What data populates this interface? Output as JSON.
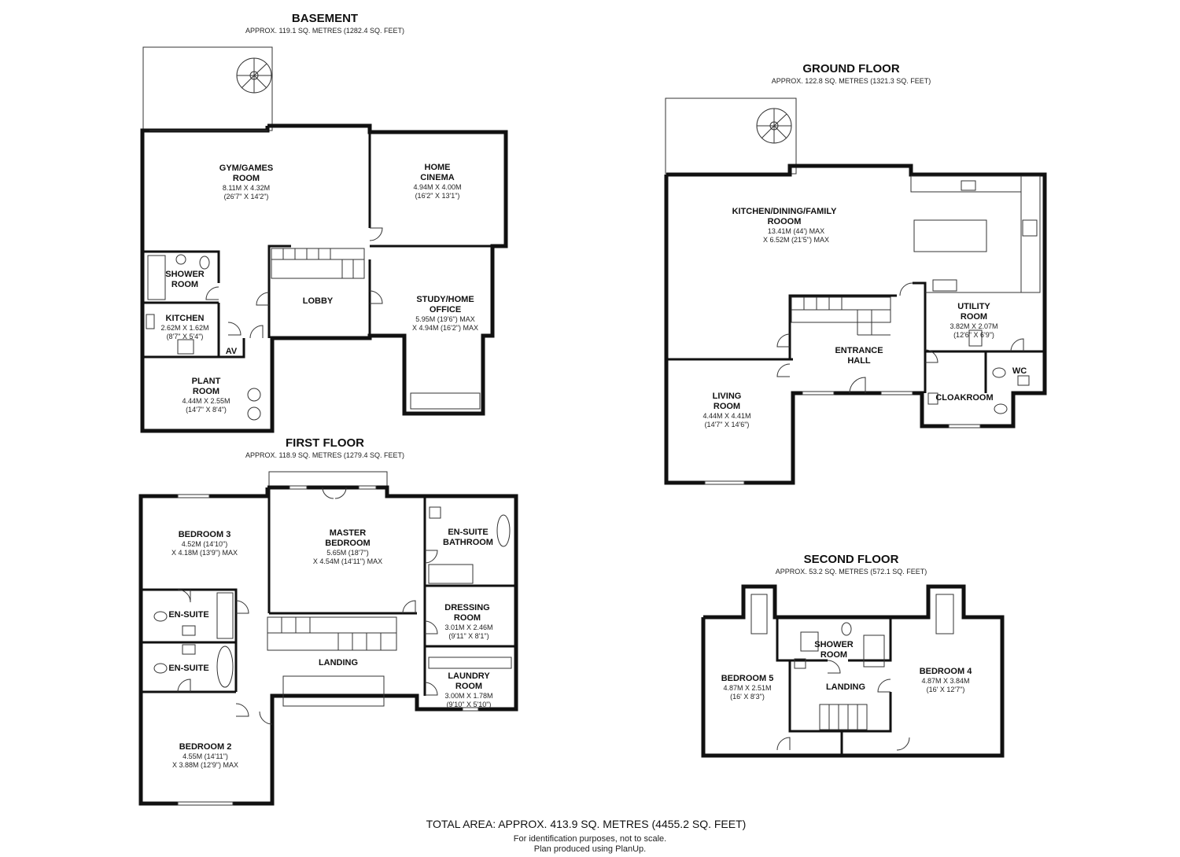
{
  "floors": {
    "basement": {
      "title": "BASEMENT",
      "area": "APPROX. 119.1 SQ. METRES (1282.4 SQ. FEET)",
      "rooms": {
        "gym": {
          "name1": "GYM/GAMES",
          "name2": "ROOM",
          "dim1": "8.11M X 4.32M",
          "dim2": "(26'7\" X 14'2\")"
        },
        "cinema": {
          "name1": "HOME",
          "name2": "CINEMA",
          "dim1": "4.94M X 4.00M",
          "dim2": "(16'2\" X 13'1\")"
        },
        "shower": {
          "name1": "SHOWER",
          "name2": "ROOM"
        },
        "lobby": {
          "name1": "LOBBY"
        },
        "study": {
          "name1": "STUDY/HOME",
          "name2": "OFFICE",
          "dim1": "5.95M (19'6\") MAX",
          "dim2": "X 4.94M (16'2\") MAX"
        },
        "kitchen": {
          "name1": "KITCHEN",
          "dim1": "2.62M X 1.62M",
          "dim2": "(8'7\" X 5'4\")"
        },
        "av": {
          "name1": "AV"
        },
        "plant": {
          "name1": "PLANT",
          "name2": "ROOM",
          "dim1": "4.44M X 2.55M",
          "dim2": "(14'7\" X 8'4\")"
        }
      }
    },
    "ground": {
      "title": "GROUND FLOOR",
      "area": "APPROX. 122.8 SQ. METRES (1321.3 SQ. FEET)",
      "rooms": {
        "kitchen": {
          "name1": "KITCHEN/DINING/FAMILY",
          "name2": "ROOOM",
          "dim1": "13.41M (44') MAX",
          "dim2": "X 6.52M (21'5\") MAX"
        },
        "utility": {
          "name1": "UTILITY",
          "name2": "ROOM",
          "dim1": "3.82M X 2.07M",
          "dim2": "(12'6\" X 6'9\")"
        },
        "hall": {
          "name1": "ENTRANCE",
          "name2": "HALL"
        },
        "wc": {
          "name1": "WC"
        },
        "cloak": {
          "name1": "CLOAKROOM"
        },
        "living": {
          "name1": "LIVING",
          "name2": "ROOM",
          "dim1": "4.44M X 4.41M",
          "dim2": "(14'7\" X 14'6\")"
        }
      }
    },
    "first": {
      "title": "FIRST FLOOR",
      "area": "APPROX. 118.9 SQ. METRES (1279.4 SQ. FEET)",
      "rooms": {
        "bed3": {
          "name1": "BEDROOM 3",
          "dim1": "4.52M (14'10\")",
          "dim2": "X 4.18M (13'9\") MAX"
        },
        "master": {
          "name1": "MASTER",
          "name2": "BEDROOM",
          "dim1": "5.65M (18'7\")",
          "dim2": "X 4.54M (14'11\") MAX"
        },
        "ensuiteBath": {
          "name1": "EN-SUITE",
          "name2": "BATHROOM"
        },
        "ensuite1": {
          "name1": "EN-SUITE"
        },
        "dressing": {
          "name1": "DRESSING",
          "name2": "ROOM",
          "dim1": "3.01M X 2.46M",
          "dim2": "(9'11\" X 8'1\")"
        },
        "ensuite2": {
          "name1": "EN-SUITE"
        },
        "landing": {
          "name1": "LANDING"
        },
        "laundry": {
          "name1": "LAUNDRY",
          "name2": "ROOM",
          "dim1": "3.00M X 1.78M",
          "dim2": "(9'10\" X 5'10\")"
        },
        "bed2": {
          "name1": "BEDROOM 2",
          "dim1": "4.55M (14'11\")",
          "dim2": "X 3.88M (12'9\") MAX"
        }
      }
    },
    "second": {
      "title": "SECOND FLOOR",
      "area": "APPROX. 53.2 SQ. METRES (572.1 SQ. FEET)",
      "rooms": {
        "shower": {
          "name1": "SHOWER",
          "name2": "ROOM"
        },
        "bed5": {
          "name1": "BEDROOM 5",
          "dim1": "4.87M X 2.51M",
          "dim2": "(16' X 8'3\")"
        },
        "bed4": {
          "name1": "BEDROOM 4",
          "dim1": "4.87M X 3.84M",
          "dim2": "(16' X 12'7\")"
        },
        "landing": {
          "name1": "LANDING"
        }
      }
    }
  },
  "footer": {
    "total": "TOTAL AREA: APPROX. 413.9 SQ. METRES (4455.2 SQ. FEET)",
    "note1": "For identification purposes, not to scale.",
    "note2": "Plan produced using PlanUp."
  }
}
